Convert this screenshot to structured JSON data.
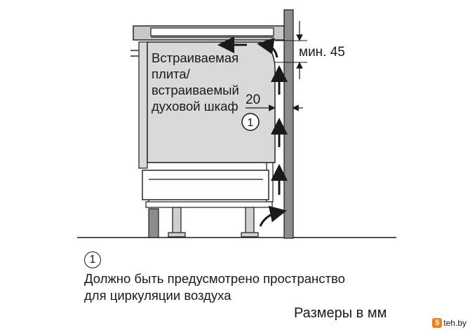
{
  "diagram": {
    "appliance_label_lines": [
      "Встраиваемая",
      "плита/",
      "встраиваемый",
      "духовой шкаф"
    ],
    "dim_gap_label": "20",
    "dim_min_label": "мин. 45",
    "marker_label": "1"
  },
  "note": {
    "marker": "1",
    "line1": "Должно быть предусмотрено пространство",
    "line2": "для циркуляции воздуха"
  },
  "units_text": "Размеры в мм",
  "watermark": {
    "badge": "5",
    "text": "teh.by"
  },
  "colors": {
    "cabinet_fill": "#d9d9d9",
    "wall_fill": "#8c8c8c",
    "line": "#1a1a1a",
    "watermark_accent": "#f07f1e"
  }
}
